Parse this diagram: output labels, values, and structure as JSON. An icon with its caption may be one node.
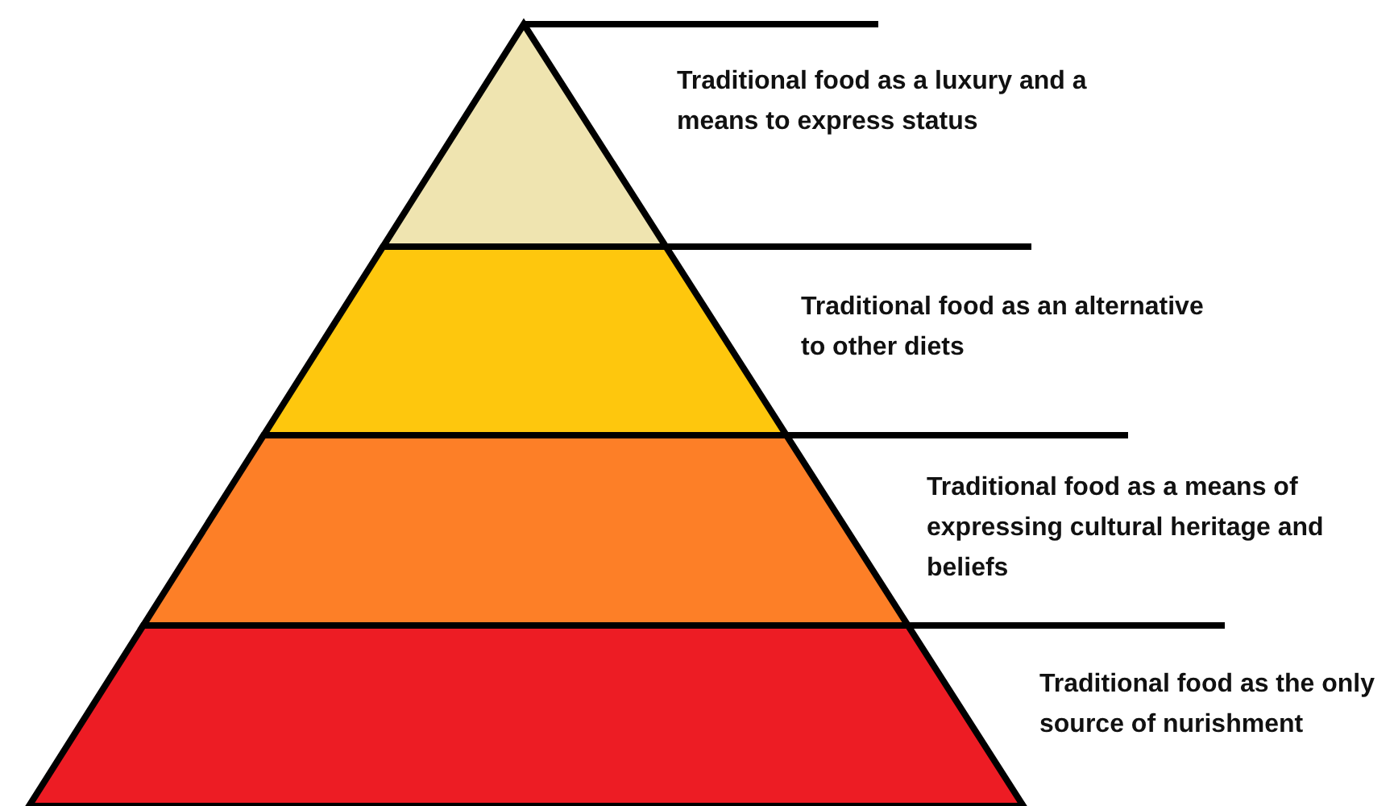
{
  "diagram": {
    "nodes": [
      {
        "text": [],
        "shape": "box",
        "beside": [
          "Traditional food as a luxury and a means to express status"
        ]
      },
      {
        "text": [],
        "shape": "box",
        "beside": [
          "Traditional food as an alternative to other diets"
        ]
      },
      {
        "text": [],
        "shape": "box",
        "beside": [
          "Traditional food as a means of expressing cultural heritage and beliefs"
        ]
      },
      {
        "text": [],
        "shape": "box",
        "beside": [
          "Traditional food as the only source of nurishment"
        ]
      }
    ]
  }
}
